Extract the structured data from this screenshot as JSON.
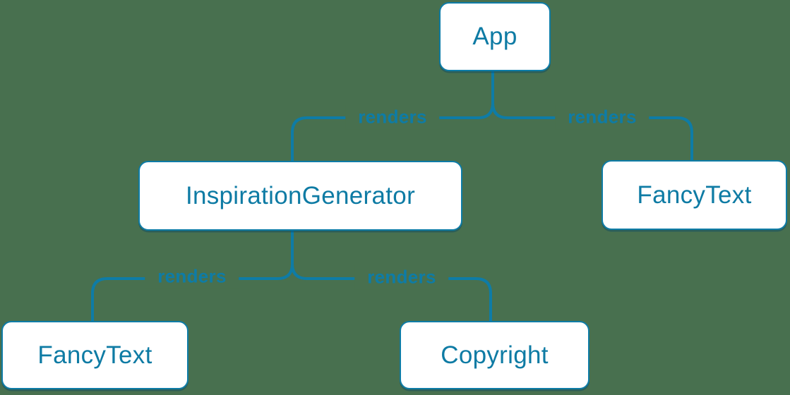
{
  "diagram": {
    "type": "component-render-tree",
    "nodes": [
      {
        "id": "app",
        "label": "App"
      },
      {
        "id": "inspiration-generator",
        "label": "InspirationGenerator"
      },
      {
        "id": "fancy-text-right",
        "label": "FancyText"
      },
      {
        "id": "fancy-text-left",
        "label": "FancyText"
      },
      {
        "id": "copyright",
        "label": "Copyright"
      }
    ],
    "edges": [
      {
        "from": "App",
        "to": "InspirationGenerator",
        "label": "renders"
      },
      {
        "from": "App",
        "to": "FancyText",
        "label": "renders"
      },
      {
        "from": "InspirationGenerator",
        "to": "FancyText",
        "label": "renders"
      },
      {
        "from": "InspirationGenerator",
        "to": "Copyright",
        "label": "renders"
      }
    ],
    "colors": {
      "accent": "#0E7CA6",
      "node_fill": "#FFFFFF",
      "node_text": "#0E7BA4",
      "background": "#48704F"
    }
  }
}
